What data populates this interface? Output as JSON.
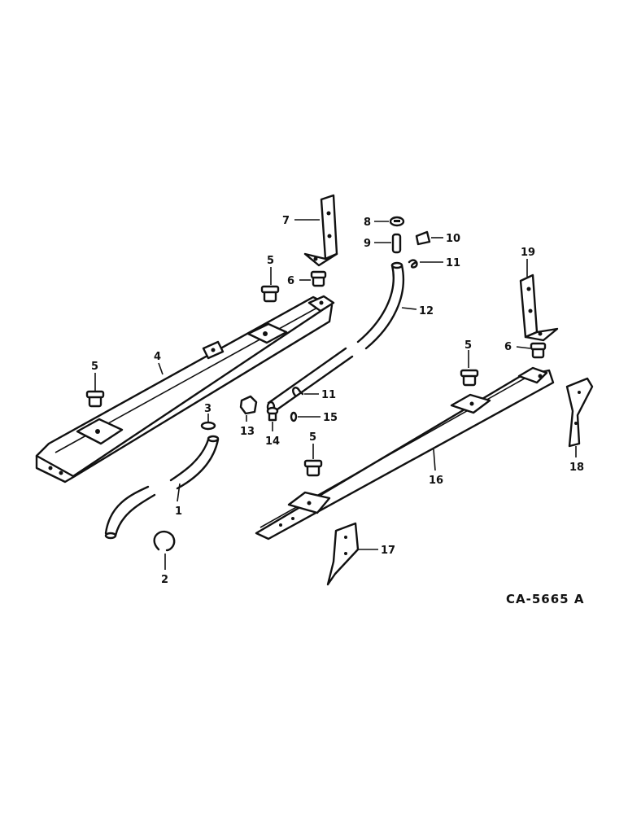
{
  "drawing_ref": "CA-5665 A",
  "callouts": [
    "1",
    "2",
    "3",
    "4",
    "5",
    "5",
    "5",
    "5",
    "6",
    "6",
    "7",
    "8",
    "9",
    "10",
    "11",
    "11",
    "12",
    "13",
    "14",
    "15",
    "16",
    "17",
    "18",
    "19"
  ]
}
